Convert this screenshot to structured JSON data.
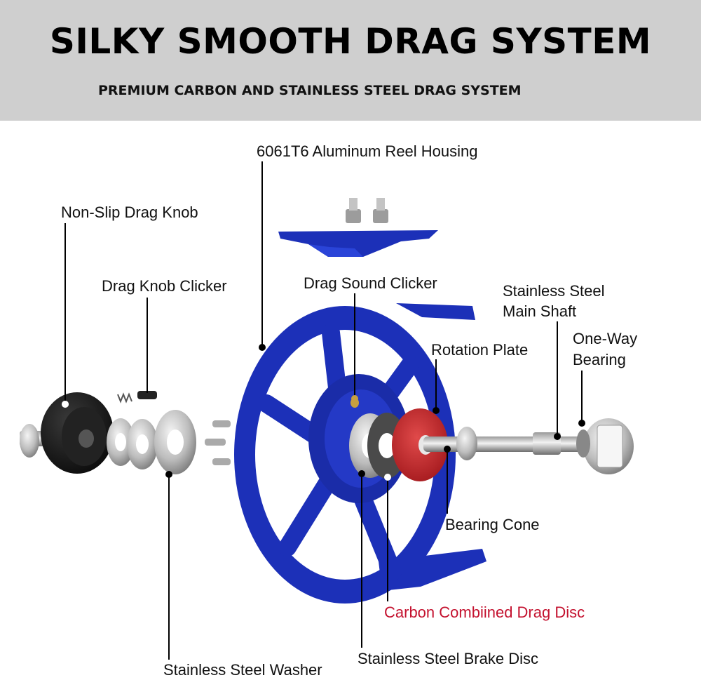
{
  "header": {
    "title": "SILKY SMOOTH DRAG SYSTEM",
    "subtitle": "PREMIUM CARBON AND STAINLESS STEEL DRAG SYSTEM"
  },
  "labels": {
    "housing": "6061T6 Aluminum Reel Housing",
    "drag_knob": "Non-Slip Drag Knob",
    "knob_clicker": "Drag Knob Clicker",
    "sound_clicker": "Drag Sound Clicker",
    "main_shaft_line1": "Stainless Steel",
    "main_shaft_line2": "Main Shaft",
    "one_way_line1": "One-Way",
    "one_way_line2": "Bearing",
    "rotation_plate": "Rotation Plate",
    "bearing_cone": "Bearing Cone",
    "carbon_disc": "Carbon Combiined Drag Disc",
    "brake_disc": "Stainless Steel Brake Disc",
    "washer": "Stainless Steel Washer"
  },
  "colors": {
    "header_bg": "#cfcfcf",
    "reel_blue": "#1c30b8",
    "rotation_plate_red": "#c8282c",
    "carbon_label_red": "#c4122f",
    "knob_black": "#1a1a1a"
  }
}
